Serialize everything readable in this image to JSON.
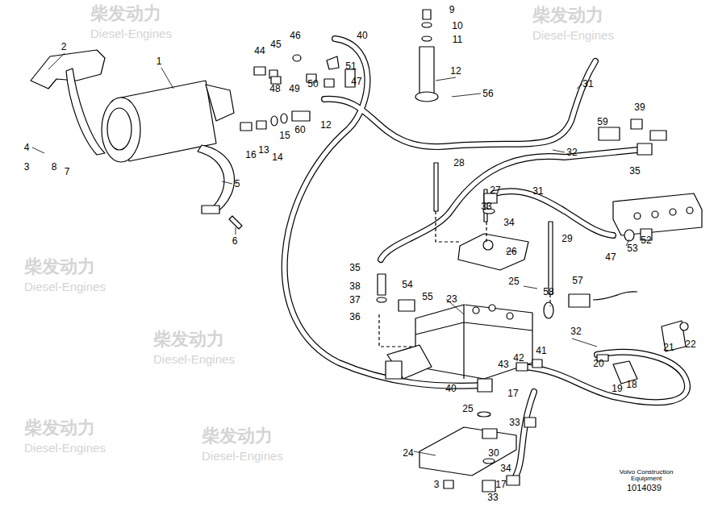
{
  "diagram": {
    "caption": "Volvo Construction Equipment",
    "labels": [
      "1",
      "2",
      "3",
      "4",
      "5",
      "6",
      "7",
      "8",
      "9",
      "10",
      "11",
      "12",
      "12",
      "13",
      "14",
      "15",
      "16",
      "40",
      "44",
      "45",
      "46",
      "47",
      "48",
      "49",
      "50",
      "51",
      "56",
      "60",
      "31",
      "32",
      "39",
      "59",
      "35",
      "28",
      "27",
      "31",
      "33",
      "34",
      "26",
      "29",
      "47",
      "53",
      "52",
      "25",
      "35",
      "38",
      "37",
      "36",
      "54",
      "55",
      "23",
      "58",
      "57",
      "32",
      "22",
      "21",
      "20",
      "19",
      "18",
      "42",
      "41",
      "43",
      "40",
      "17",
      "25",
      "33",
      "24",
      "30",
      "34",
      "3",
      "33",
      "17",
      "1014039",
      "柴发动力",
      "Diesel-Engines",
      "柴发动力",
      "Diesel-Engines",
      "柴发动力",
      "Diesel-Engines",
      "柴发动力",
      "Diesel-Engines",
      "柴发动力",
      "Diesel-Engines",
      "柴发动力",
      "Diesel-Engines"
    ]
  }
}
